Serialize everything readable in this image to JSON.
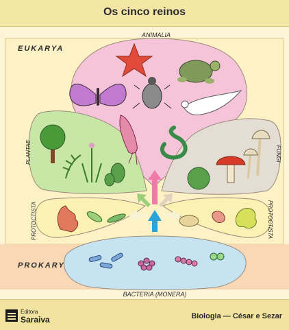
{
  "title": "Os cinco reinos",
  "domains": {
    "eukarya": "EUKARYA",
    "prokarya": "PROKARYA"
  },
  "kingdoms": {
    "animalia": "ANIMALIA",
    "plantae": "PLANTAE",
    "fungi": "FUNGI",
    "protoctista_left": "PROTOCTISTA",
    "protoctista_right": "PROTOCTISTA",
    "bacteria": "BACTERIA (MONERA)"
  },
  "footer": {
    "publisher_prefix": "Editora",
    "publisher_name": "Saraiva",
    "credit": "Biologia — César e Sezar"
  },
  "colors": {
    "animalia": "#f6c4d8",
    "plantae": "#c8e6a6",
    "fungi": "#e3ddd3",
    "protoctista": "#fbf1b3",
    "bacteria": "#c6e3f2",
    "eukarya_band": "#fdf1c6",
    "prokarya_band": "#f9d8b6",
    "arrow_pink": "#f07aa8",
    "arrow_blue": "#2aa3d8",
    "arrow_green": "#9bcf7a"
  }
}
